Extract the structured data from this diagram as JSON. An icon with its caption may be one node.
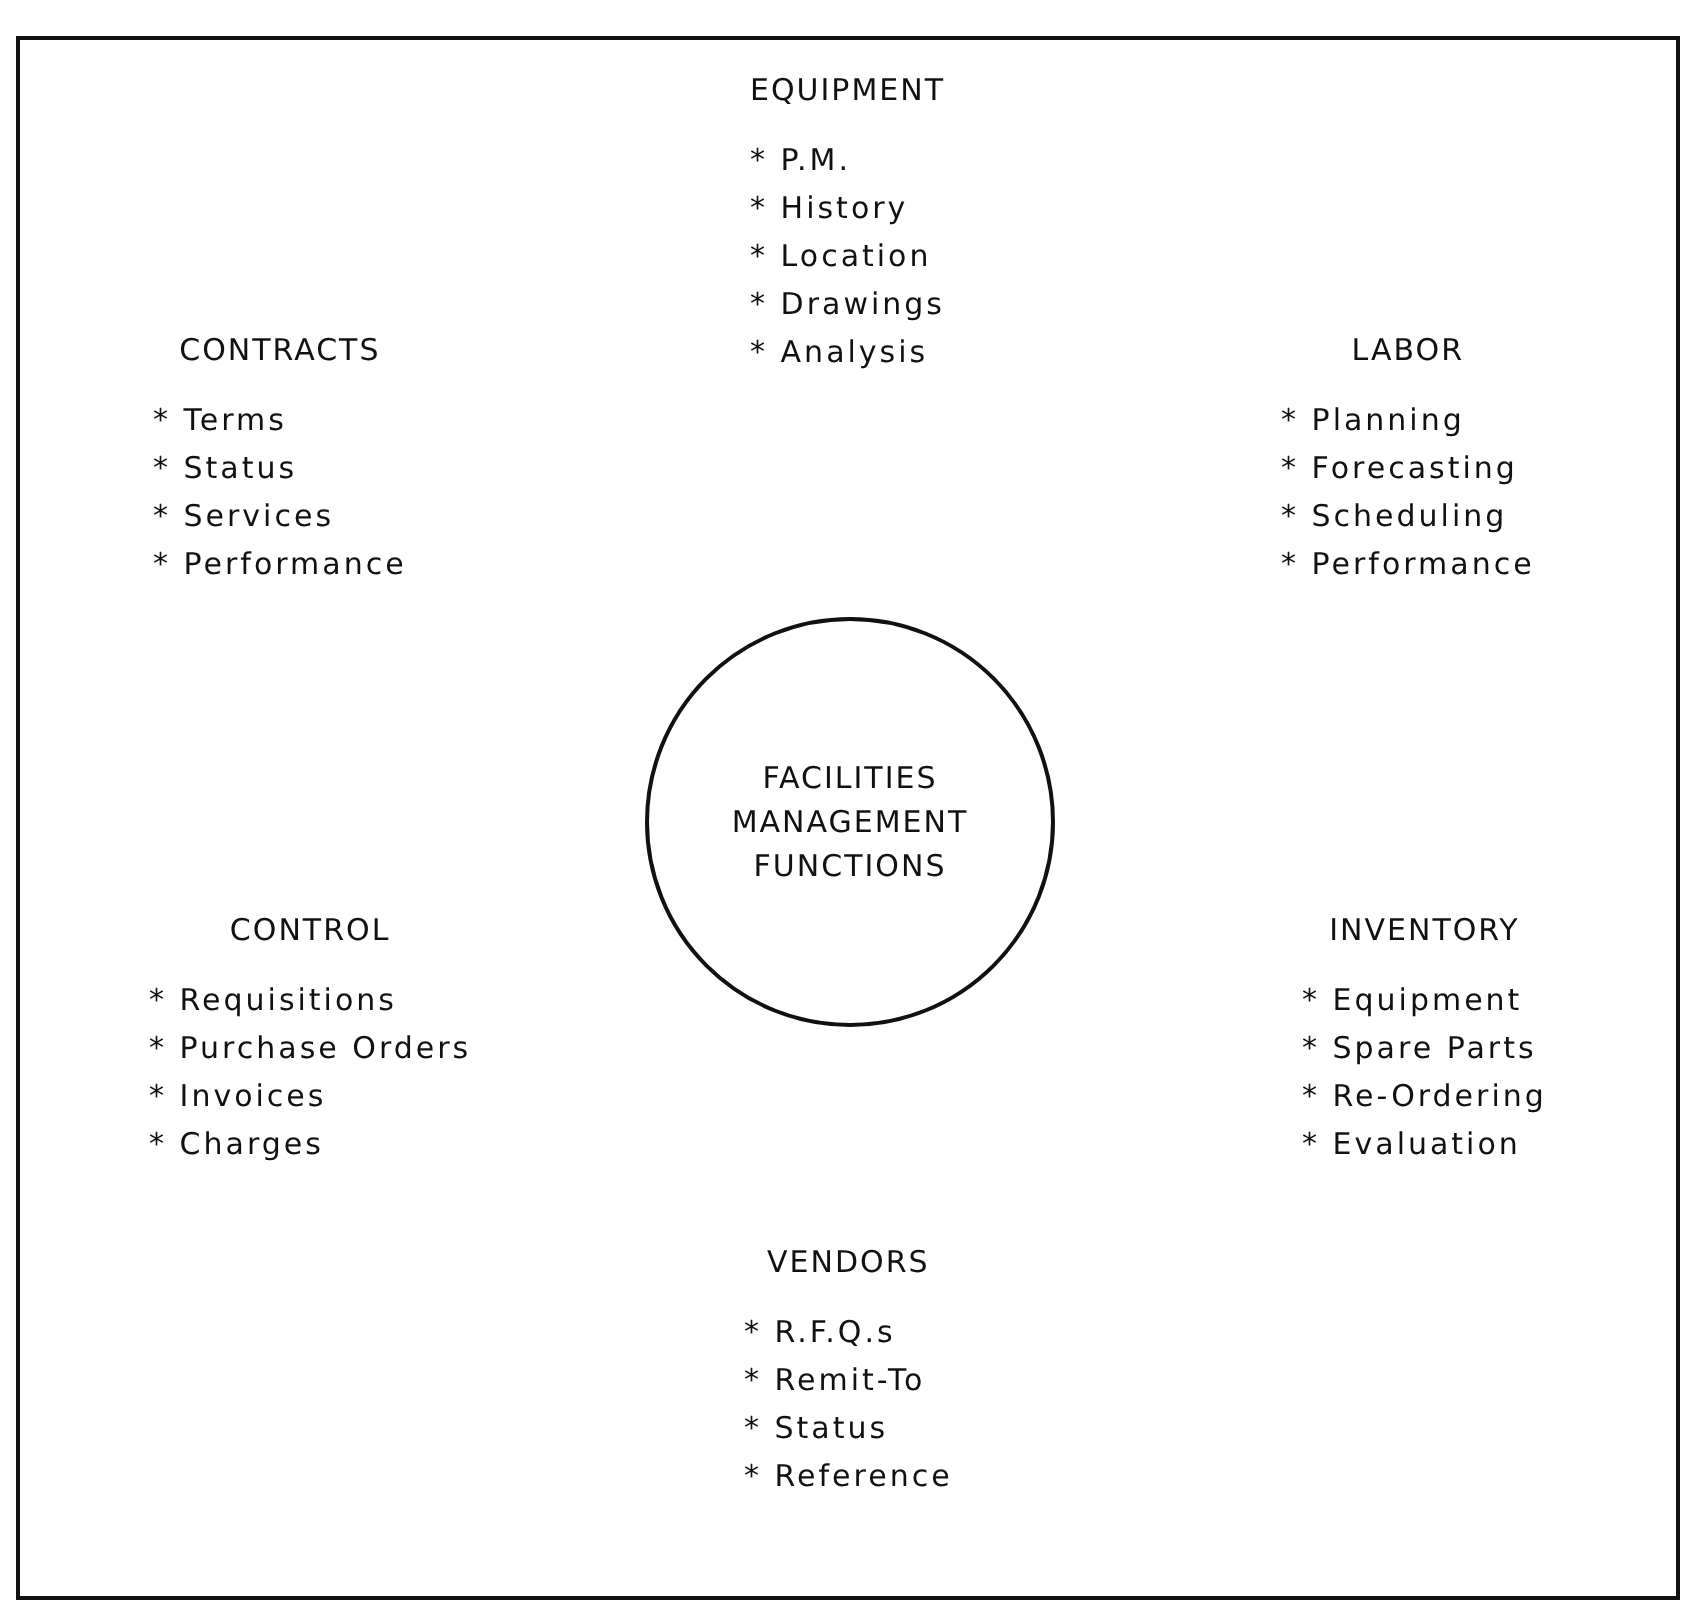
{
  "diagram": {
    "nodes": [
      {
        "text": [
          "FACILITIES MANAGEMENT FUNCTIONS"
        ]
      }
    ],
    "labels": [
      "EQUIPMENT",
      "* P.M.",
      "* History",
      "* Location",
      "* Drawings",
      "* Analysis",
      "CONTRACTS",
      "* Terms",
      "* Status",
      "* Services",
      "* Performance",
      "LABOR",
      "* Planning",
      "* Forecasting",
      "* Scheduling",
      "* Performance",
      "CONTROL",
      "* Requisitions",
      "* Purchase Orders",
      "* Invoices",
      "* Charges",
      "INVENTORY",
      "* Equipment",
      "* Spare Parts",
      "* Re-Ordering",
      "* Evaluation",
      "VENDORS",
      "* R.F.Q.s",
      "* Remit-To",
      "* Status",
      "* Reference"
    ]
  }
}
